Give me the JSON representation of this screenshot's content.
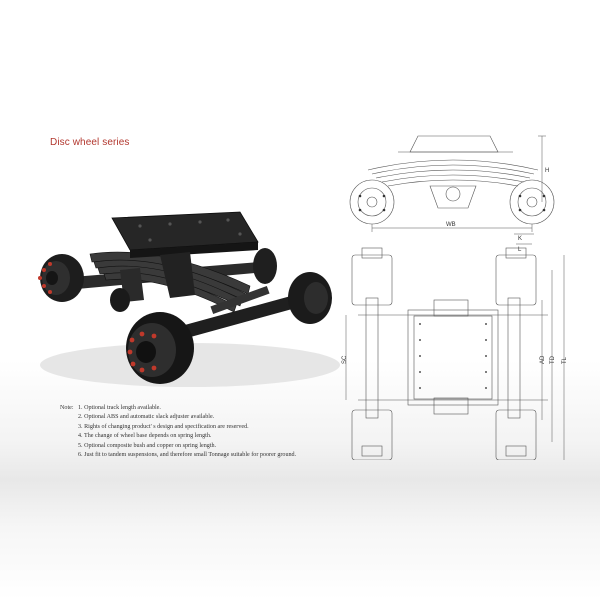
{
  "heading": "Disc wheel series",
  "notes": {
    "lead": "Note:",
    "items": [
      "1. Optional track length available.",
      "2. Optional ABS and automatic slack adjuster available.",
      "3. Rights of changing product' s design and specification are reserved.",
      "4. The change of wheel base depends on spring length.",
      "5. Optional composite bush and copper on spring length.",
      "6. Just fit to tandem suspensions, and therefore small Tonnage suitable for poorer ground."
    ]
  },
  "drawing_labels": {
    "wb": "WB",
    "h": "H",
    "k": "K",
    "l": "L",
    "sc": "SC",
    "ad": "AD",
    "td": "TD",
    "tl": "TL"
  },
  "colors": {
    "heading": "#b2372e",
    "metal": "#2a2a2a",
    "hub_bolt": "#c0392b"
  }
}
